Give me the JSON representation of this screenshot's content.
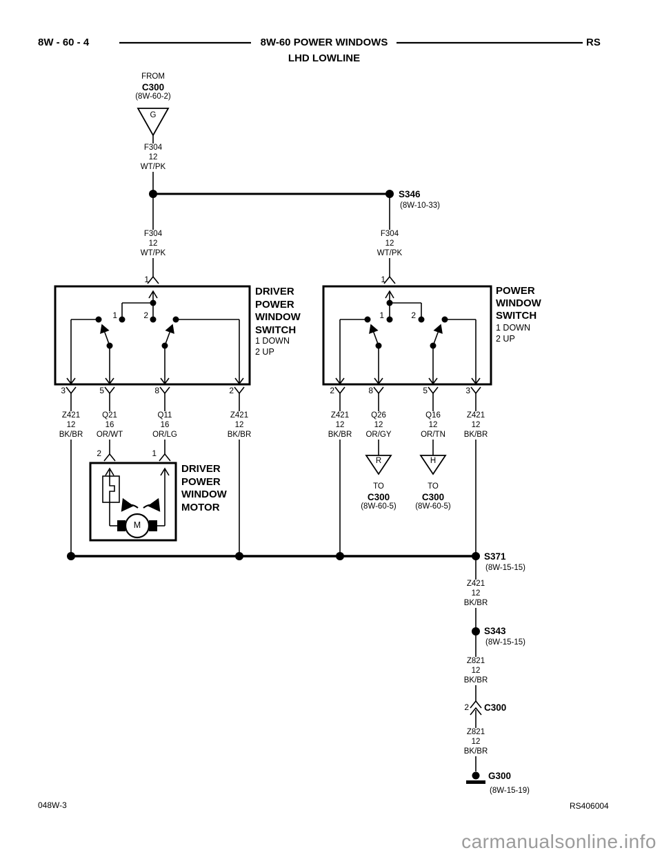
{
  "header": {
    "doc_ref": "8W - 60 - 4",
    "title": "8W-60 POWER WINDOWS",
    "subtitle": "LHD LOWLINE",
    "section": "RS"
  },
  "feed": {
    "from_label": "FROM",
    "connector": "C300",
    "connector_ref": "(8W-60-2)",
    "terminal_letter": "G",
    "wire": {
      "circuit": "F304",
      "gauge": "12",
      "color": "WT/PK"
    }
  },
  "splices": {
    "s346": {
      "name": "S346",
      "ref": "(8W-10-33)"
    },
    "s371": {
      "name": "S371",
      "ref": "(8W-15-15)"
    },
    "s343": {
      "name": "S343",
      "ref": "(8W-15-15)"
    }
  },
  "ground": {
    "name": "G300",
    "ref": "(8W-15-19)"
  },
  "inline_connector": {
    "pin": "2",
    "name": "C300"
  },
  "driver_switch": {
    "name_lines": [
      "DRIVER",
      "POWER",
      "WINDOW",
      "SWITCH"
    ],
    "legend": [
      "1 DOWN",
      "2 UP"
    ],
    "top_pin": "1",
    "contact_labels": [
      "1",
      "2"
    ],
    "pins": [
      "3",
      "5",
      "8",
      "2"
    ],
    "wires": [
      {
        "circuit": "Z421",
        "gauge": "12",
        "color": "BK/BR"
      },
      {
        "circuit": "Q21",
        "gauge": "16",
        "color": "OR/WT"
      },
      {
        "circuit": "Q11",
        "gauge": "16",
        "color": "OR/LG"
      },
      {
        "circuit": "Z421",
        "gauge": "12",
        "color": "BK/BR"
      }
    ]
  },
  "passenger_switch": {
    "name_lines": [
      "POWER",
      "WINDOW",
      "SWITCH"
    ],
    "legend": [
      "1 DOWN",
      "2 UP"
    ],
    "top_pin": "1",
    "contact_labels": [
      "1",
      "2"
    ],
    "pins": [
      "2",
      "8",
      "5",
      "3"
    ],
    "wires": [
      {
        "circuit": "Z421",
        "gauge": "12",
        "color": "BK/BR"
      },
      {
        "circuit": "Q26",
        "gauge": "12",
        "color": "OR/GY"
      },
      {
        "circuit": "Q16",
        "gauge": "12",
        "color": "OR/TN"
      },
      {
        "circuit": "Z421",
        "gauge": "12",
        "color": "BK/BR"
      }
    ]
  },
  "motor": {
    "name_lines": [
      "DRIVER",
      "POWER",
      "WINDOW",
      "MOTOR"
    ],
    "pins": [
      "2",
      "1"
    ],
    "terminal_letter": "M"
  },
  "outputs": [
    {
      "terminal_letter": "R",
      "to_label": "TO",
      "connector": "C300",
      "ref": "(8W-60-5)"
    },
    {
      "terminal_letter": "H",
      "to_label": "TO",
      "connector": "C300",
      "ref": "(8W-60-5)"
    }
  ],
  "chain_wires": {
    "z421": {
      "circuit": "Z421",
      "gauge": "12",
      "color": "BK/BR"
    },
    "z821": {
      "circuit": "Z821",
      "gauge": "12",
      "color": "BK/BR"
    }
  },
  "footer": {
    "drawing_no": "048W-3",
    "figure_no": "RS406004",
    "watermark": "carmanualsonline.info"
  }
}
